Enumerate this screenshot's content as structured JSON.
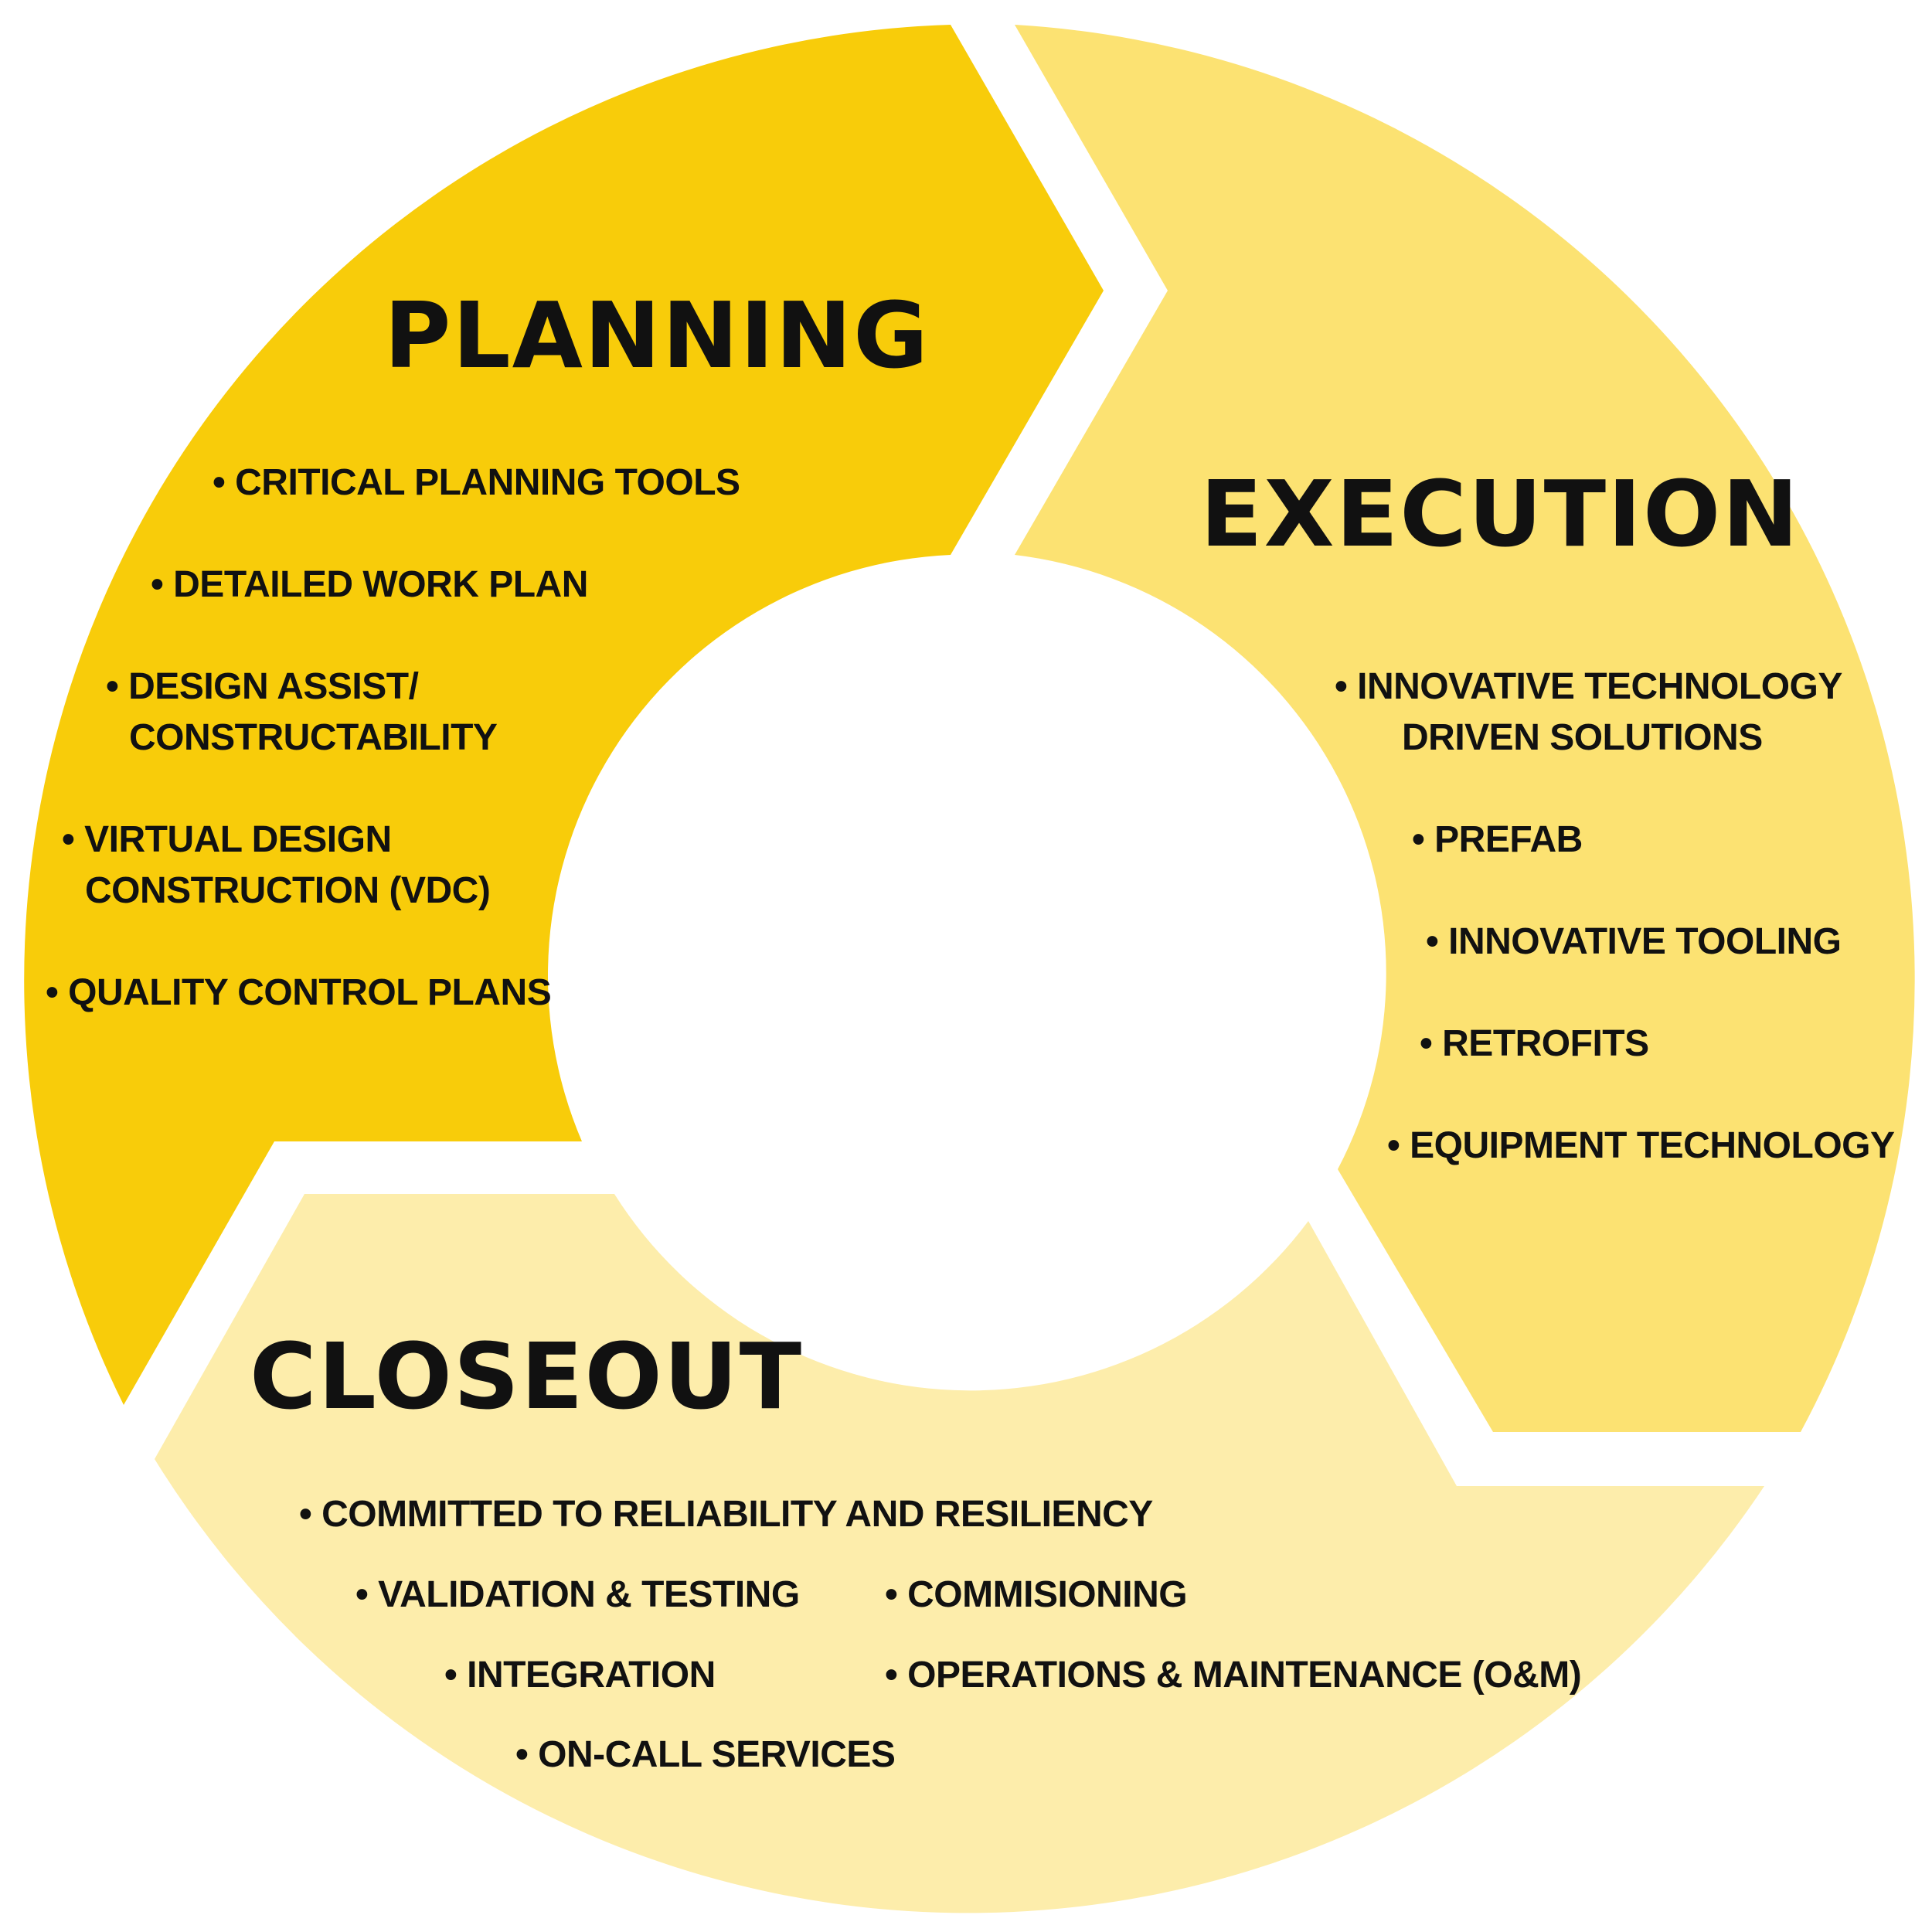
{
  "colors": {
    "planning": "#F8CC0A",
    "execution": "#FCE272",
    "closeout": "#FDEDAB",
    "text": "#111111",
    "background": "#FFFFFF"
  },
  "stages": {
    "planning": {
      "title": "PLANNING",
      "items": [
        {
          "line1": "• CRITICAL PLANNING TOOLS"
        },
        {
          "line1": "• DETAILED WORK PLAN"
        },
        {
          "line1": "• DESIGN ASSIST/",
          "line2": "CONSTRUCTABILITY"
        },
        {
          "line1": "• VIRTUAL DESIGN",
          "line2": "CONSTRUCTION (VDC)"
        },
        {
          "line1": "• QUALITY CONTROL PLANS"
        }
      ]
    },
    "execution": {
      "title": "EXECUTION",
      "items": [
        {
          "line1": "• INNOVATIVE TECHNOLOGY",
          "line2": "DRIVEN SOLUTIONS"
        },
        {
          "line1": "• PREFAB"
        },
        {
          "line1": "• INNOVATIVE TOOLING"
        },
        {
          "line1": "• RETROFITS"
        },
        {
          "line1": "• EQUIPMENT TECHNOLOGY"
        }
      ]
    },
    "closeout": {
      "title": "CLOSEOUT",
      "items": [
        {
          "line1": "• COMMITTED TO RELIABILITY AND RESILIENCY"
        },
        {
          "line1": "• VALIDATION & TESTING"
        },
        {
          "line1": "• COMMISIONING"
        },
        {
          "line1": "• INTEGRATION"
        },
        {
          "line1": "• OPERATIONS & MAINTENANCE (O&M)"
        },
        {
          "line1": "• ON-CALL SERVICES"
        }
      ]
    }
  }
}
